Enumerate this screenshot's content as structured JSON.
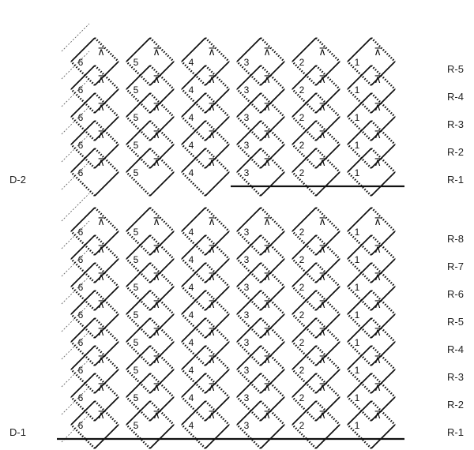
{
  "diagrams": [
    {
      "id": "D-2",
      "label": "D-2",
      "rows": [
        "R-1",
        "R-2",
        "R-3",
        "R-4",
        "R-5"
      ],
      "columns": [
        "1",
        "2",
        "3",
        "4",
        "5",
        "6"
      ]
    },
    {
      "id": "D-1",
      "label": "D-1",
      "rows": [
        "R-1",
        "R-2",
        "R-3",
        "R-4",
        "R-5",
        "R-6",
        "R-7",
        "R-8"
      ],
      "columns": [
        "1",
        "2",
        "3",
        "4",
        "5",
        "6"
      ]
    }
  ],
  "symbols": {
    "pickup": "⊼",
    "pickup_rotated": "⊼"
  },
  "legend_line_styles": [
    "solid",
    "dotted-thick",
    "dashed-thin"
  ]
}
